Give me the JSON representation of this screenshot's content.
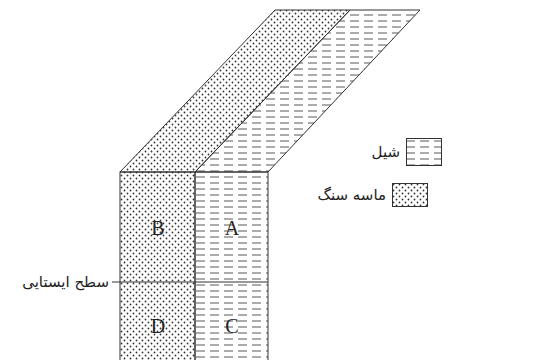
{
  "diagram": {
    "labels": [
      "B",
      "A",
      "D",
      "C",
      "سطح ایستایی"
    ],
    "legend": [
      {
        "text": "شیل"
      },
      {
        "text": "ماسه سنگ"
      }
    ]
  }
}
